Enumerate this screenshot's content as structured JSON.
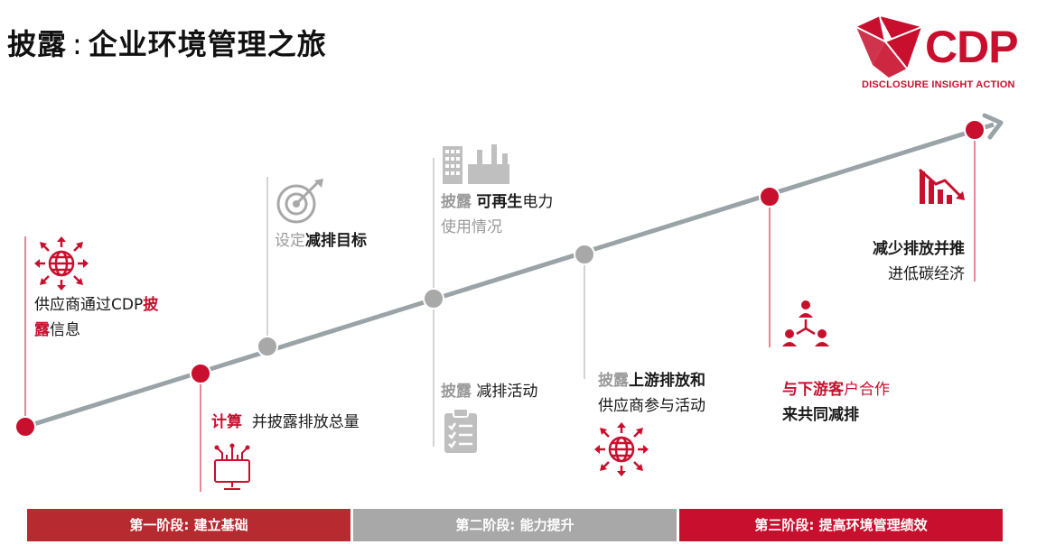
{
  "title": {
    "main": "披露",
    "sep": ":",
    "rest": "企业环境管理之旅"
  },
  "logo": {
    "name": "CDP",
    "tagline": "DISCLOSURE INSIGHT ACTION"
  },
  "colors": {
    "red": "#c8102e",
    "gray": "#a8a8a8",
    "dark_red": "#b72b30",
    "line": "#9aa3a8"
  },
  "steps": {
    "s1": {
      "a": "供应商通过CDP",
      "b": "披",
      "c": "露",
      "d": "信息",
      "icon": "globe-arrows-icon"
    },
    "s2": {
      "a": "计算",
      "b": "并披露排放总量",
      "icon": "circuit-board-icon"
    },
    "s3": {
      "a": "设定",
      "b": "减排目标",
      "icon": "target-icon"
    },
    "s4": {
      "a": "披露",
      "b": "减排活动",
      "icon": "clipboard-checklist-icon"
    },
    "s5": {
      "a": "披露",
      "b": "可再生",
      "c": "电力",
      "d": "使用情况",
      "icon": "factory-icon"
    },
    "s6": {
      "a": "披露",
      "b": "上游排放和",
      "c": "供应商参与活动",
      "icon": "globe-arrows-icon"
    },
    "s7": {
      "a": "与下游客",
      "b": "户合作",
      "c": "来共同减排",
      "icon": "people-network-icon"
    },
    "s8": {
      "a": "减少排放并推",
      "b": "进低碳经济",
      "icon": "declining-chart-icon"
    }
  },
  "phases": [
    {
      "label": "第一阶段: 建立基础",
      "color": "#b72b30"
    },
    {
      "label": "第二阶段: 能力提升",
      "color": "#a8a8a8"
    },
    {
      "label": "第三阶段: 提高环境管理绩效",
      "color": "#c8102e"
    }
  ]
}
